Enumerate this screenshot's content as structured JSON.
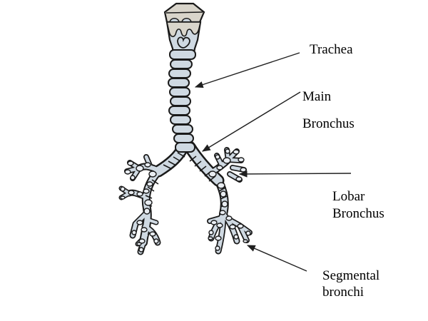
{
  "diagram": {
    "subject": "trachea-and-bronchial-tree-illustration",
    "annotations": [
      {
        "id": "trachea",
        "lines": [
          "Trachea"
        ]
      },
      {
        "id": "main-bronchus",
        "lines": [
          "Main",
          "Bronchus"
        ]
      },
      {
        "id": "lobar-bronchus",
        "lines": [
          "Lobar",
          "Bronchus"
        ]
      },
      {
        "id": "segmental-bronchi",
        "lines": [
          "Segmental",
          "bronchi"
        ]
      }
    ]
  },
  "colors": {
    "outline": "#1a1a1a",
    "tube_fill": "#cfd9e2",
    "larynx_fill": "#d9d5cb",
    "plate_fill": "#e9edf2",
    "arrow": "#1f1f1f",
    "text": "#000000",
    "bg": "#ffffff"
  }
}
